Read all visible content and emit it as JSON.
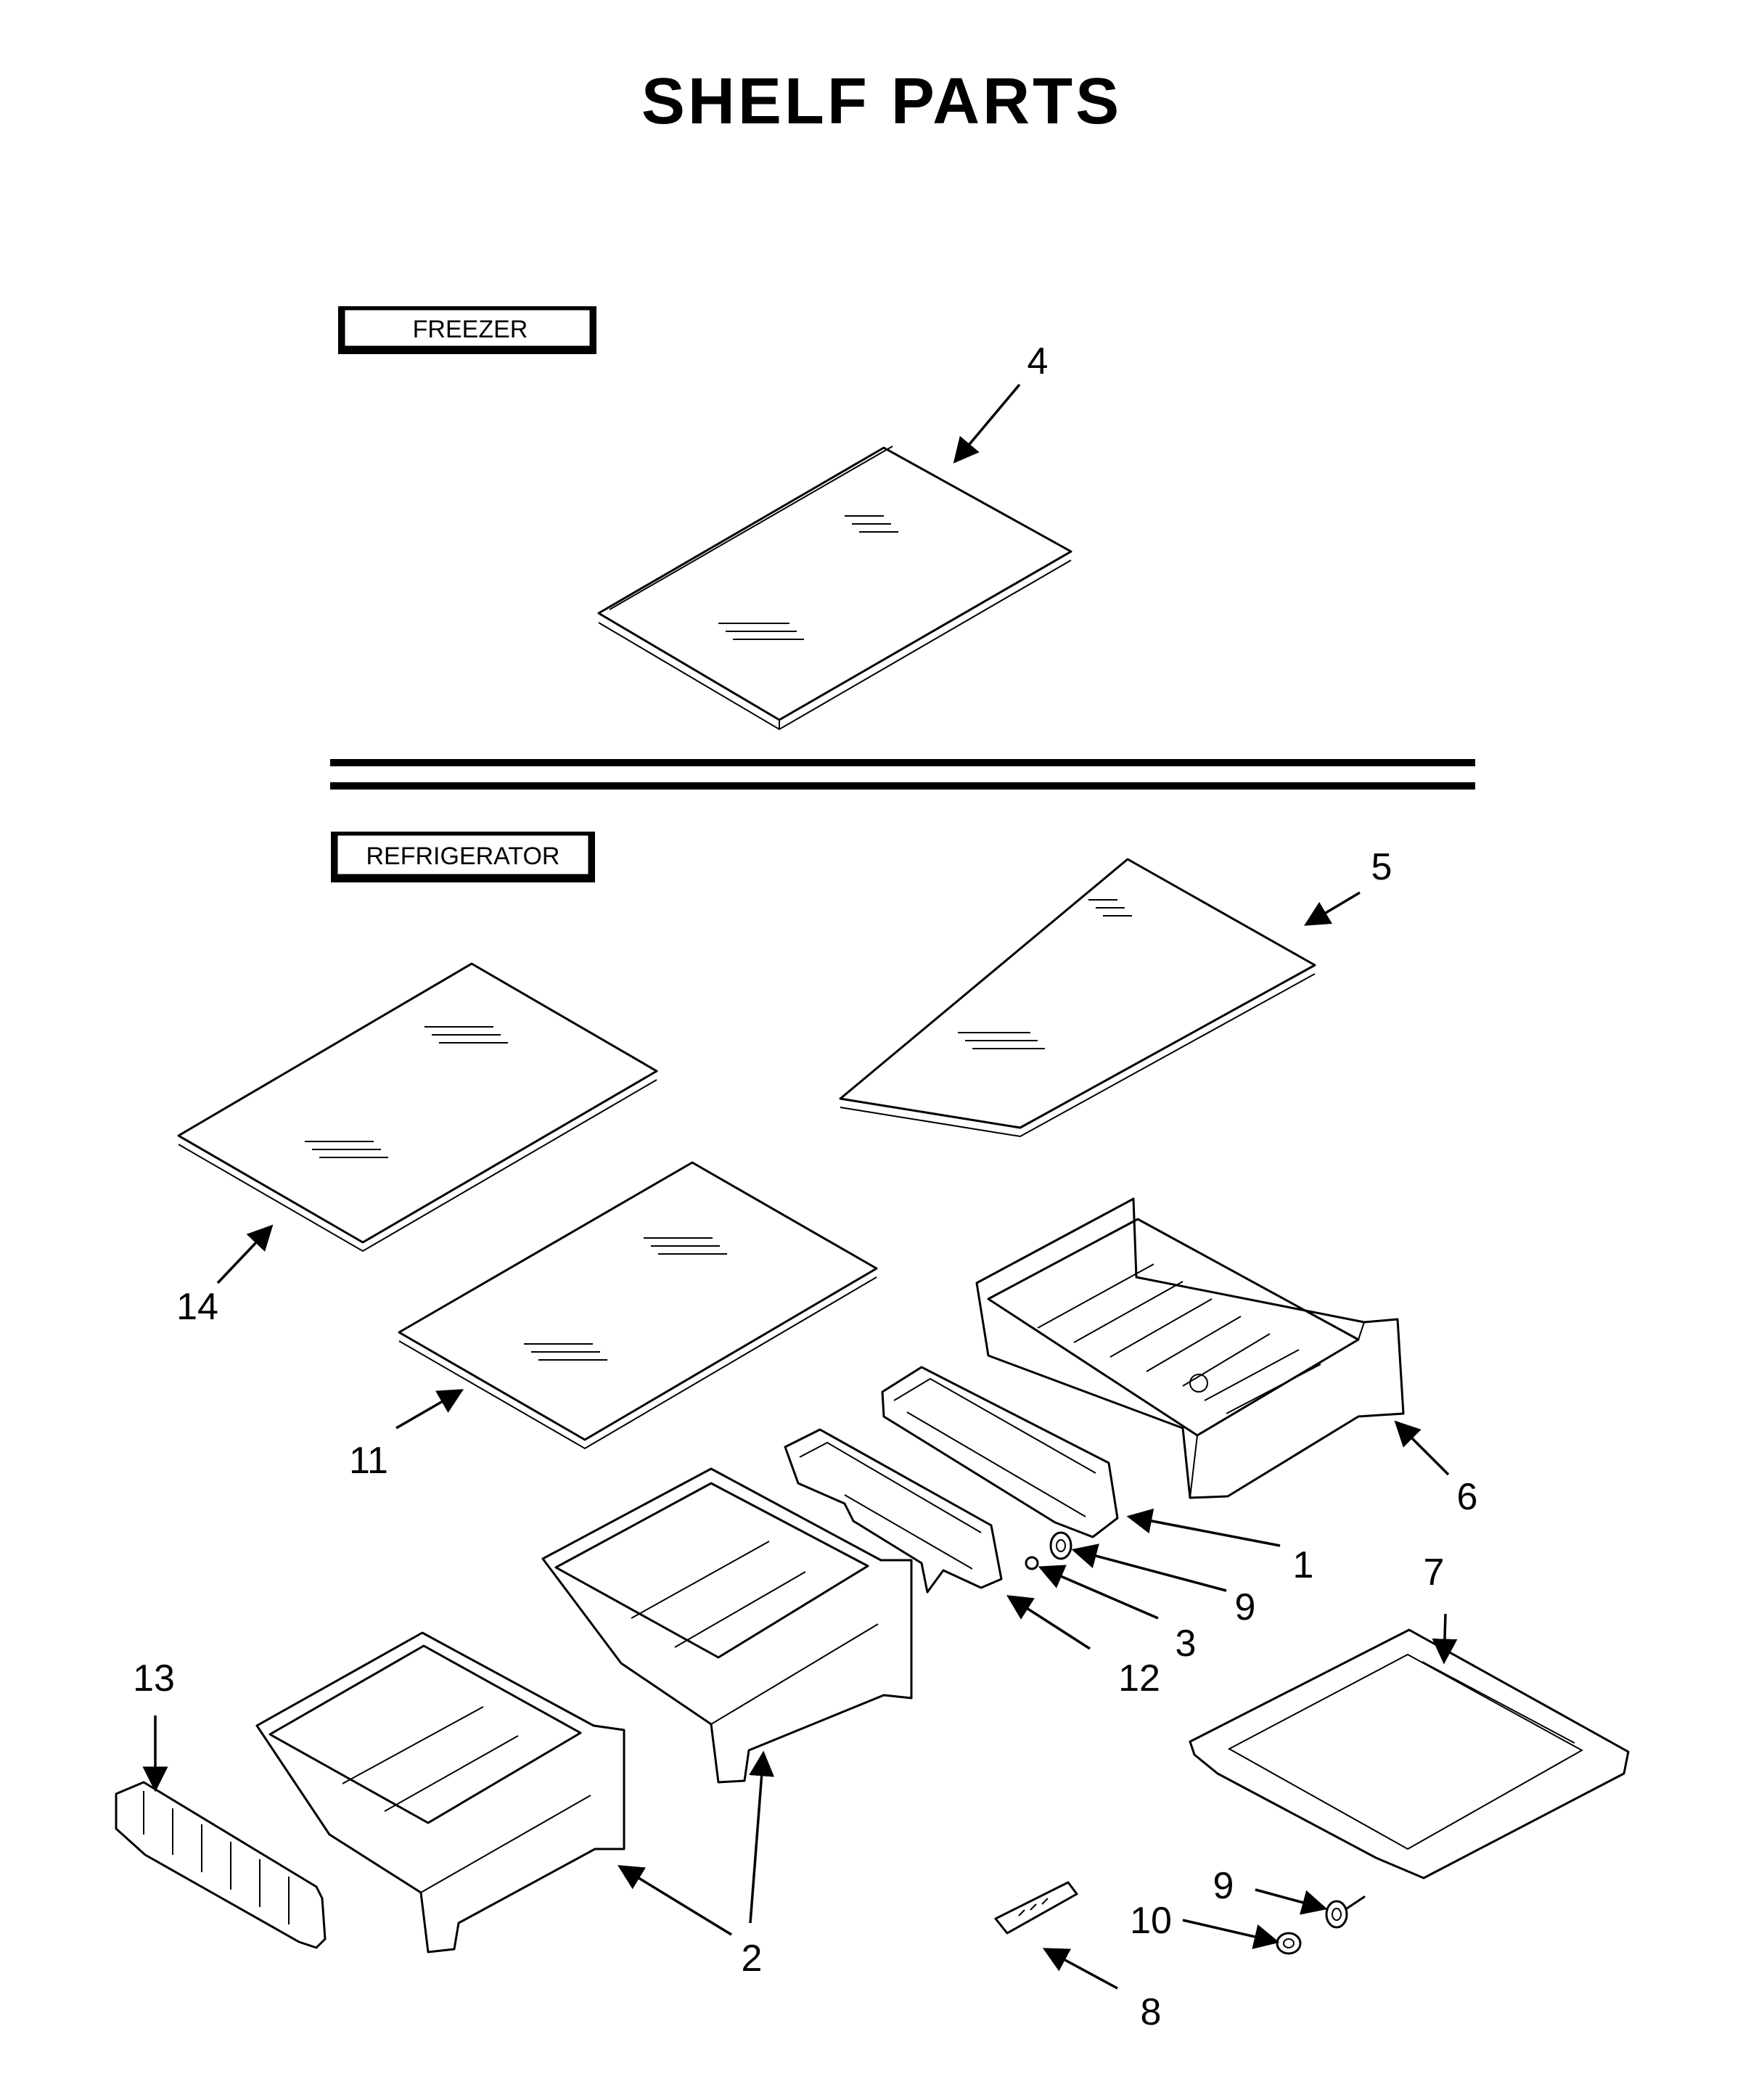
{
  "title": "SHELF PARTS",
  "sections": {
    "freezer": "FREEZER",
    "refrigerator": "REFRIGERATOR"
  },
  "callouts": {
    "c4": "4",
    "c5": "5",
    "c14": "14",
    "c11": "11",
    "c6": "6",
    "c1": "1",
    "c9a": "9",
    "c3": "3",
    "c12": "12",
    "c7": "7",
    "c13": "13",
    "c2": "2",
    "c9b": "9",
    "c10": "10",
    "c8": "8"
  }
}
